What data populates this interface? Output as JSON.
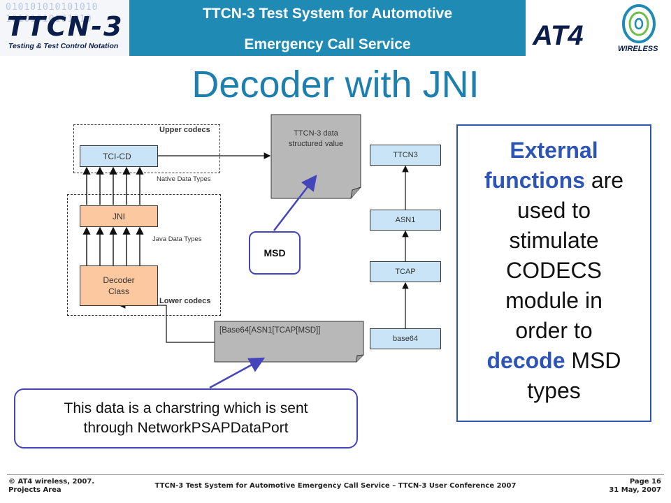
{
  "header": {
    "title_line1": "TTCN-3 Test System for Automotive",
    "title_line2": "Emergency Call Service",
    "left_logo": {
      "bits_line1": "010101010101010",
      "bits_line2": "10101010101010",
      "mark": "TTCN-3",
      "tagline": "Testing & Test Control Notation"
    },
    "right_logo": {
      "mark": "AT4",
      "sub": "WIRELESS"
    }
  },
  "slide_title": "Decoder with JNI",
  "diagram": {
    "upper_group_label": "Upper codecs",
    "lower_group_label": "Lower codecs",
    "tci_cd": "TCI-CD",
    "jni": "JNI",
    "decoder_line1": "Decoder",
    "decoder_line2": "Class",
    "native_types": "Native Data Types",
    "java_types": "Java Data Types",
    "ttcn3_value_line1": "TTCN-3  data",
    "ttcn3_value_line2": "structured value",
    "raw_data": "[Base64[ASN1[TCAP[MSD]]",
    "stack": [
      "TTCN3",
      "ASN1",
      "TCAP",
      "base64"
    ]
  },
  "callouts": {
    "msd": "MSD",
    "data_line1": "This data is a charstring which is sent",
    "data_line2": "through NetworkPSAPDataPort"
  },
  "side_box": {
    "l1": "External",
    "l2a": "functions",
    "l2b": " are",
    "l3": "used to",
    "l4": "stimulate",
    "l5": "CODECS",
    "l6": "module in",
    "l7": "order to",
    "l8a": "decode",
    "l8b": " MSD",
    "l9": "types"
  },
  "footer": {
    "copyright": "© AT4 wireless, 2007.",
    "area": "Projects Area",
    "center": "TTCN-3 Test System for Automotive Emergency Call Service – TTCN-3 User Conference 2007",
    "page": "Page 16",
    "date": "31 May, 2007"
  },
  "colors": {
    "header_band": "#1f8bb5",
    "title": "#1c7fae",
    "accent": "#2d55b8",
    "callout_border": "#4444bb",
    "box_blue": "#c9e4f7",
    "box_orange": "#fcc8a0",
    "doc_gray": "#b8b8b8"
  }
}
